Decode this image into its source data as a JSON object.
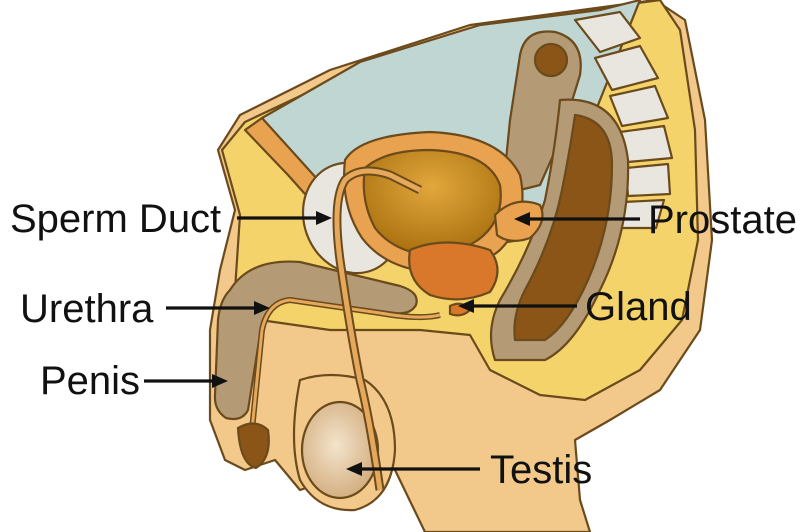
{
  "labels": {
    "sperm_duct": "Sperm Duct",
    "urethra": "Urethra",
    "penis": "Penis",
    "prostate": "Prostate",
    "gland": "Gland",
    "testis": "Testis"
  },
  "colors": {
    "background": "#ffffff",
    "skin": "#f2c98a",
    "fat": "#f3d36a",
    "bladder_cavity": "#bfd6d2",
    "bladder_wall": "#e9a24f",
    "bladder_inner": "#c98a20",
    "prostate": "#d9782b",
    "rectum": "#8a5517",
    "colon_outer": "#b59a76",
    "penis_shaft": "#b59a76",
    "bone": "#e8e6de",
    "testis": "#e8cfae",
    "duct": "#e6a95c",
    "outline": "#6b4a1c",
    "text": "#111111"
  }
}
